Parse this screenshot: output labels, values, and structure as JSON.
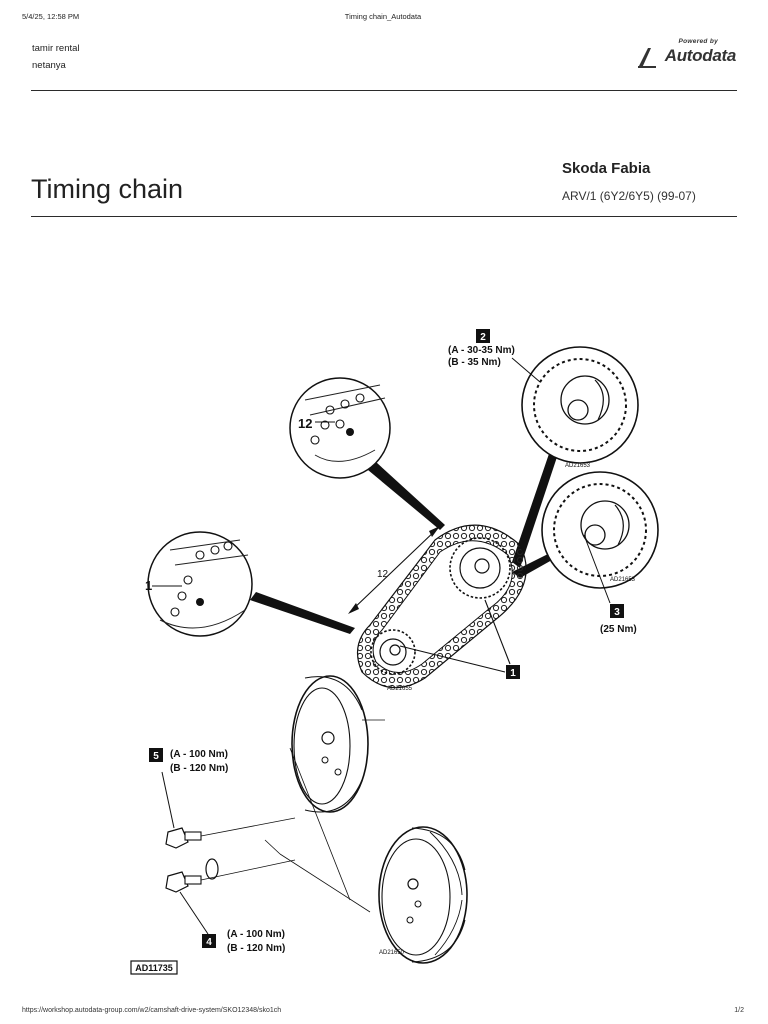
{
  "print_header": {
    "datetime": "5/4/25, 12:58 PM",
    "document_title": "Timing chain_Autodata"
  },
  "account": {
    "line1": "tamir rental",
    "line2": "netanya"
  },
  "logo": {
    "powered_by": "Powered by",
    "brand": "Autodata"
  },
  "page": {
    "title": "Timing chain",
    "vehicle_make": "Skoda Fabia",
    "engine_code": "ARV/1 (6Y2/6Y5) (99-07)"
  },
  "diagram": {
    "callouts": [
      {
        "number": "1"
      },
      {
        "number": "2",
        "torque_a": "(A - 30-35 Nm)",
        "torque_b": "(B - 35 Nm)"
      },
      {
        "number": "3",
        "torque": "(25 Nm)"
      },
      {
        "number": "4",
        "torque_a": "(A - 100 Nm)",
        "torque_b": "(B - 120 Nm)"
      },
      {
        "number": "5",
        "torque_a": "(A - 100 Nm)",
        "torque_b": "(B - 120 Nm)"
      }
    ],
    "detail_labels": {
      "upper": "12",
      "lower": "1"
    },
    "dimension_label": "12",
    "figure_codes": [
      "AD21653",
      "AD21653",
      "AD21655",
      "AD21650"
    ],
    "figure_id": "AD11735"
  },
  "print_footer": {
    "url": "https://workshop.autodata-group.com/w2/camshaft-drive-system/SKO12348/sko1ch",
    "page_number": "1/2"
  }
}
